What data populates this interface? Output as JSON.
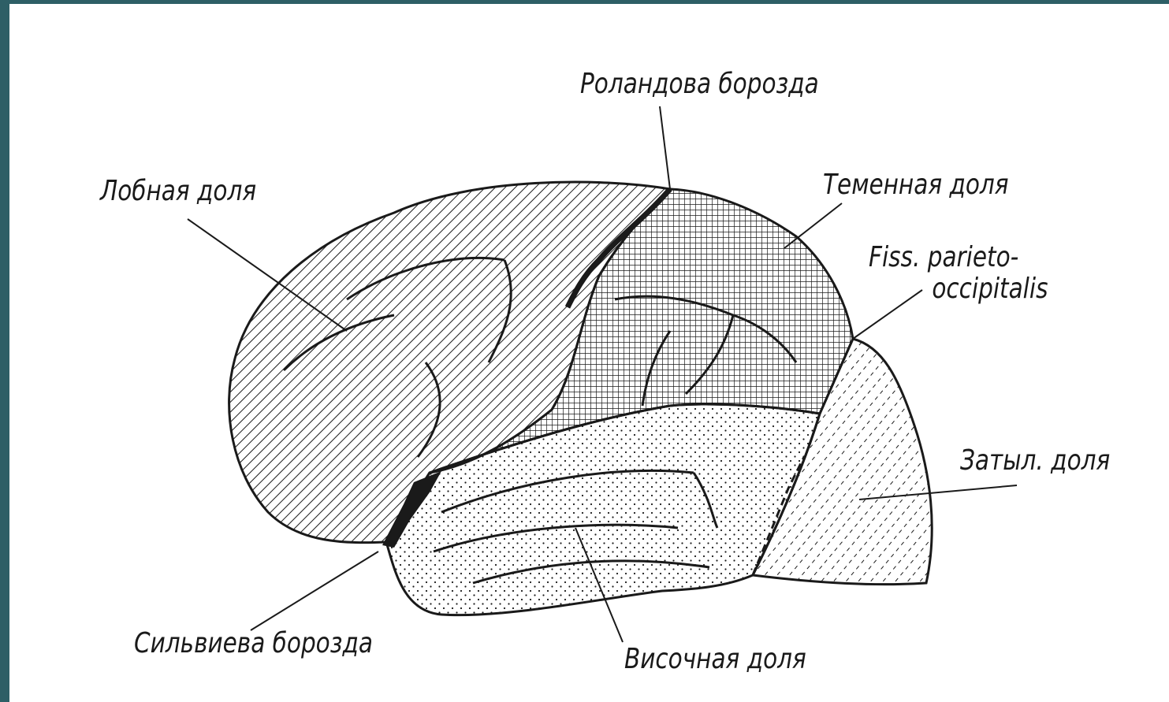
{
  "labels": {
    "rolandic": "Роландова борозда",
    "frontal": "Лобная доля",
    "parietal": "Теменная доля",
    "fiss_line1": "Fiss. parieto-",
    "fiss_line2": "occipitalis",
    "occipital": "Затыл. доля",
    "sylvian": "Сильвиева борозда",
    "temporal": "Височная доля"
  },
  "colors": {
    "background": "#2e5f66",
    "slide": "#ffffff",
    "ink": "#1a1a1a"
  }
}
